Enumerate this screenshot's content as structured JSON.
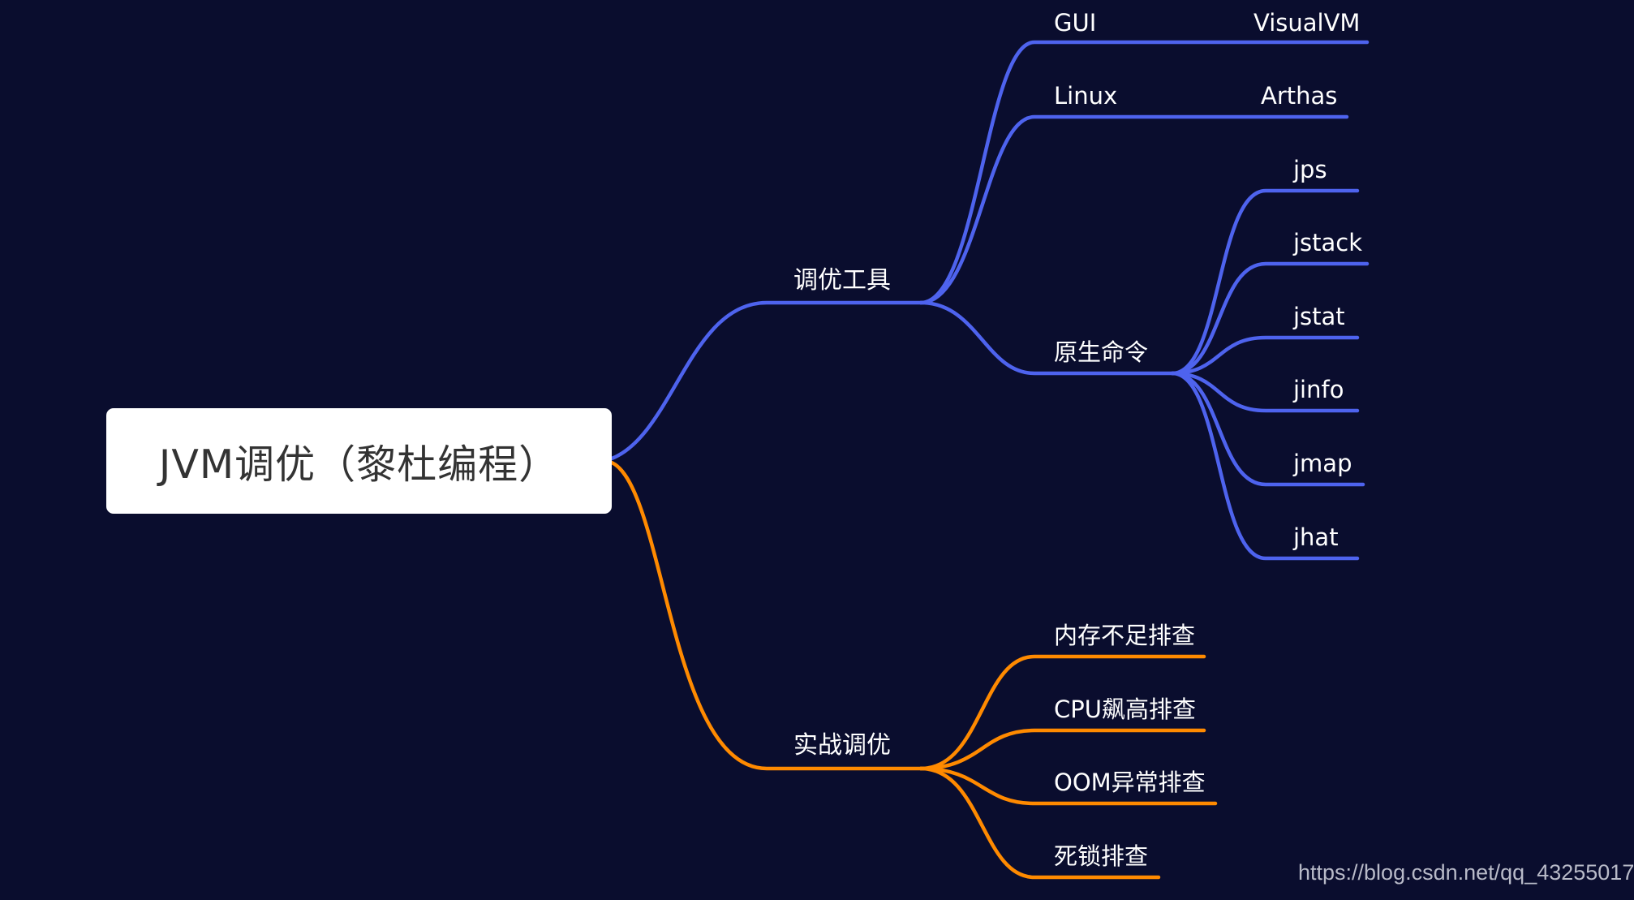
{
  "colors": {
    "background": "#0a0d2e",
    "blue_branch": "#4e63ee",
    "orange_branch": "#ff8a00",
    "root_fill": "#ffffff",
    "root_text": "#333333",
    "label_text": "#ffffff",
    "watermark_text": "#b8bac8"
  },
  "root": {
    "title": "JVM调优（黎杜编程）"
  },
  "branches": {
    "tools": {
      "label": "调优工具",
      "gui": {
        "label": "GUI",
        "tool": "VisualVM"
      },
      "linux": {
        "label": "Linux",
        "tool": "Arthas"
      },
      "native": {
        "label": "原生命令",
        "commands": [
          "jps",
          "jstack",
          "jstat",
          "jinfo",
          "jmap",
          "jhat"
        ]
      }
    },
    "practice": {
      "label": "实战调优",
      "items": [
        "内存不足排查",
        "CPU飙高排查",
        "OOM异常排查",
        "死锁排查"
      ]
    }
  },
  "watermark": "https://blog.csdn.net/qq_43255017"
}
